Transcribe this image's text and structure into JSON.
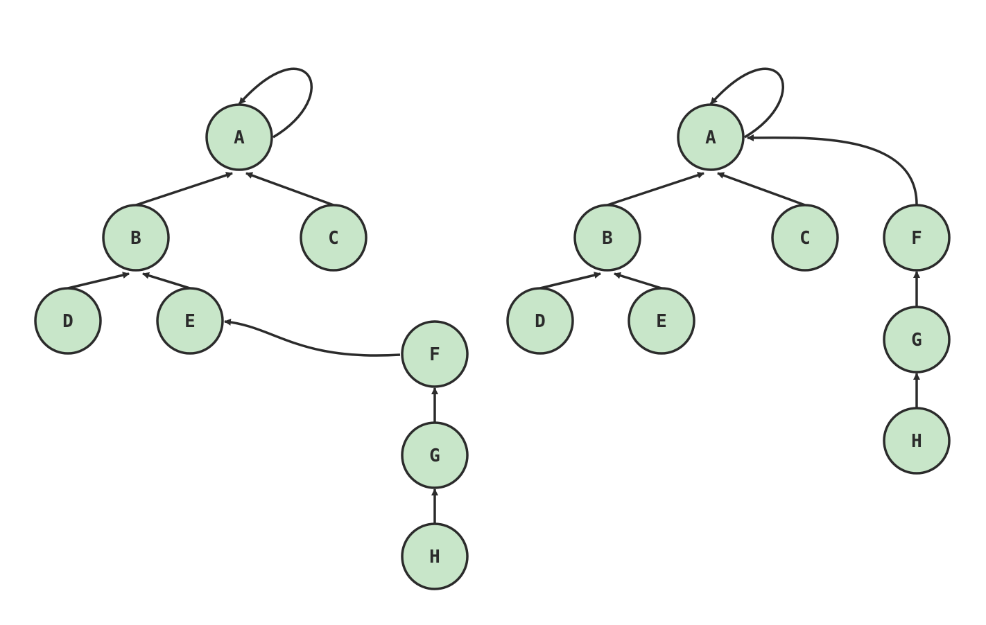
{
  "colors": {
    "node_fill": "#c8e6c9",
    "stroke": "#2b2b2b",
    "background": "#ffffff"
  },
  "diagrams": [
    {
      "nodes": [
        {
          "id": "A",
          "label": "A"
        },
        {
          "id": "B",
          "label": "B"
        },
        {
          "id": "C",
          "label": "C"
        },
        {
          "id": "D",
          "label": "D"
        },
        {
          "id": "E",
          "label": "E"
        },
        {
          "id": "F",
          "label": "F"
        },
        {
          "id": "G",
          "label": "G"
        },
        {
          "id": "H",
          "label": "H"
        }
      ],
      "edges": [
        {
          "from": "A",
          "to": "A"
        },
        {
          "from": "B",
          "to": "A"
        },
        {
          "from": "C",
          "to": "A"
        },
        {
          "from": "D",
          "to": "B"
        },
        {
          "from": "E",
          "to": "B"
        },
        {
          "from": "F",
          "to": "E"
        },
        {
          "from": "G",
          "to": "F"
        },
        {
          "from": "H",
          "to": "G"
        }
      ]
    },
    {
      "nodes": [
        {
          "id": "A",
          "label": "A"
        },
        {
          "id": "B",
          "label": "B"
        },
        {
          "id": "C",
          "label": "C"
        },
        {
          "id": "D",
          "label": "D"
        },
        {
          "id": "E",
          "label": "E"
        },
        {
          "id": "F",
          "label": "F"
        },
        {
          "id": "G",
          "label": "G"
        },
        {
          "id": "H",
          "label": "H"
        }
      ],
      "edges": [
        {
          "from": "A",
          "to": "A"
        },
        {
          "from": "B",
          "to": "A"
        },
        {
          "from": "C",
          "to": "A"
        },
        {
          "from": "D",
          "to": "B"
        },
        {
          "from": "E",
          "to": "B"
        },
        {
          "from": "F",
          "to": "A"
        },
        {
          "from": "G",
          "to": "F"
        },
        {
          "from": "H",
          "to": "G"
        }
      ]
    }
  ]
}
